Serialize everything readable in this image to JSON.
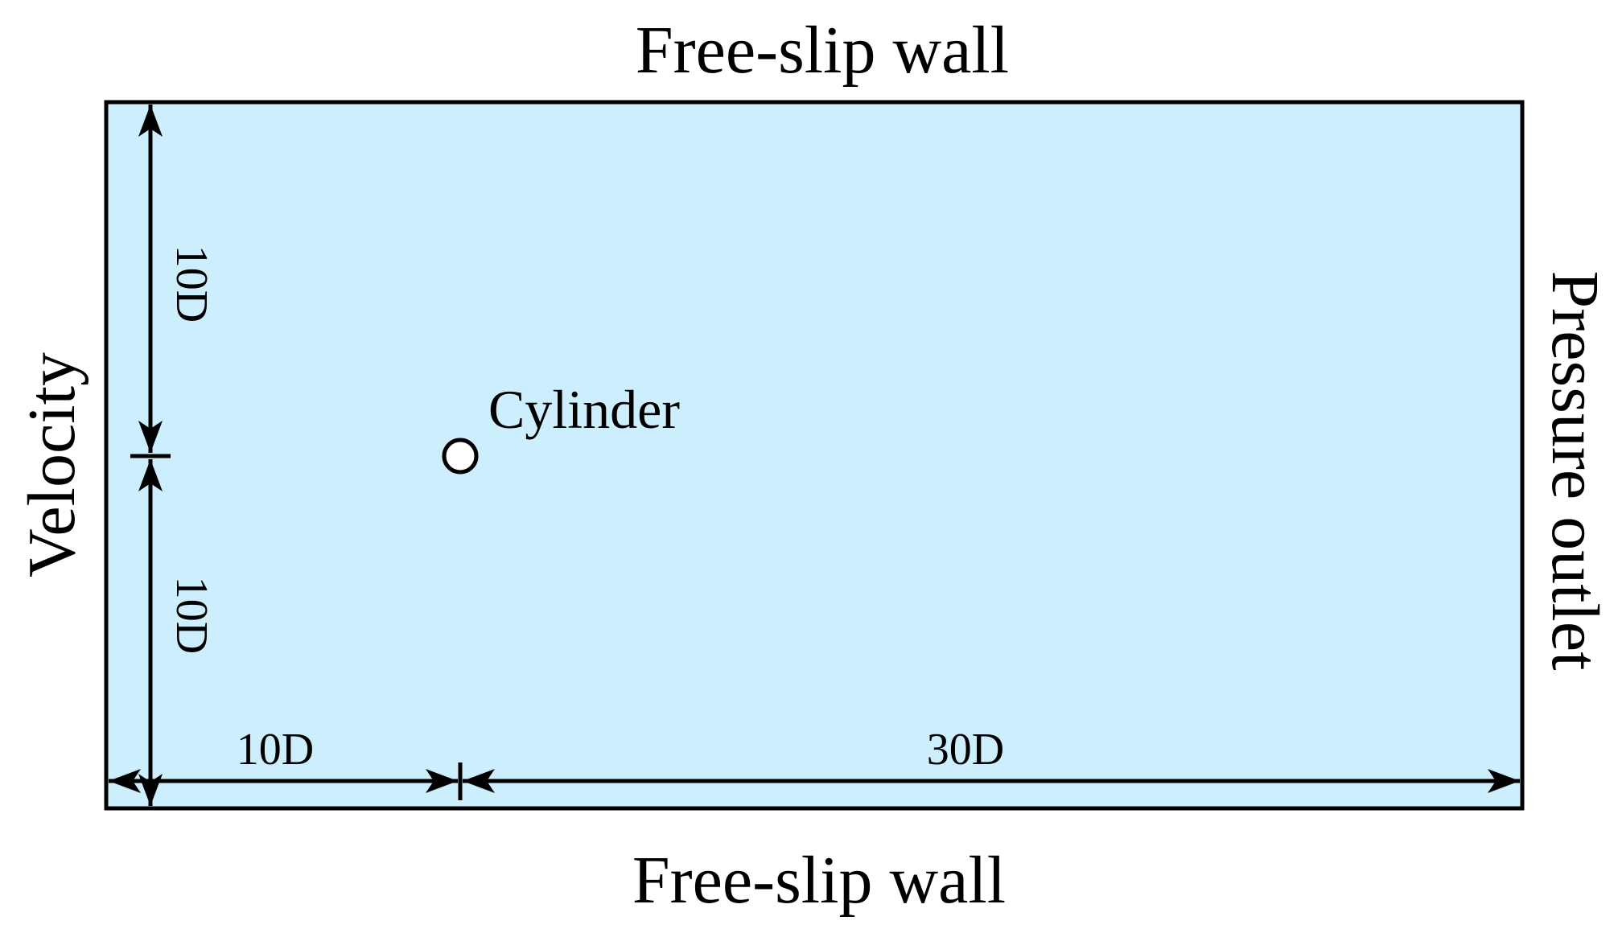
{
  "labels": {
    "top_wall": "Free-slip wall",
    "bottom_wall": "Free-slip wall",
    "inlet": "Velocity",
    "outlet": "Pressure outlet",
    "cylinder": "Cylinder"
  },
  "dimensions": {
    "upper_height": "10D",
    "lower_height": "10D",
    "upstream_length": "10D",
    "downstream_length": "30D"
  },
  "colors": {
    "domain_fill": "#cdeefc",
    "stroke": "#000000"
  }
}
